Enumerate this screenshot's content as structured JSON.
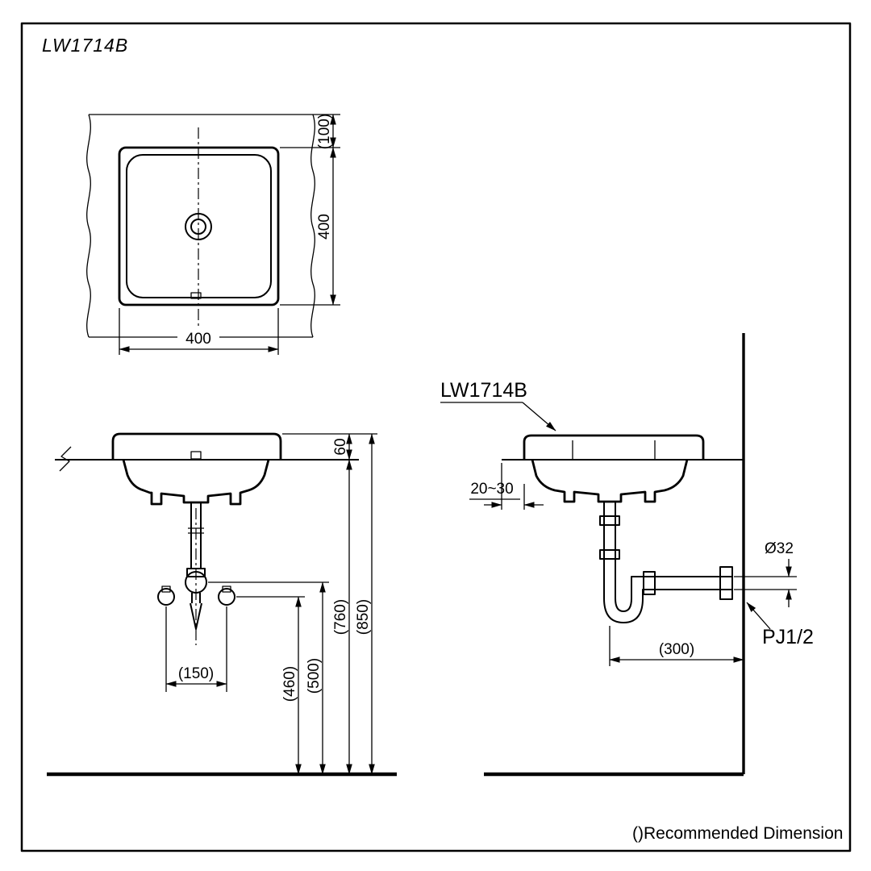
{
  "page": {
    "title": "LW1714B",
    "footer_note": "()Recommended Dimension"
  },
  "plan_view": {
    "dims": {
      "offset_top": "(100)",
      "depth": "400",
      "width": "400"
    }
  },
  "front_view": {
    "dims": {
      "rim_above_counter": "60",
      "faucet_spacing": "(150)",
      "supply_height": "(460)",
      "trap_height": "(500)",
      "counter_height": "(760)",
      "rim_height": "(850)"
    }
  },
  "side_view": {
    "product_label": "LW1714B",
    "connection_label": "PJ1/2",
    "dims": {
      "front_clearance": "20~30",
      "drain_diameter": "Ø32",
      "trap_to_wall": "(300)"
    }
  }
}
